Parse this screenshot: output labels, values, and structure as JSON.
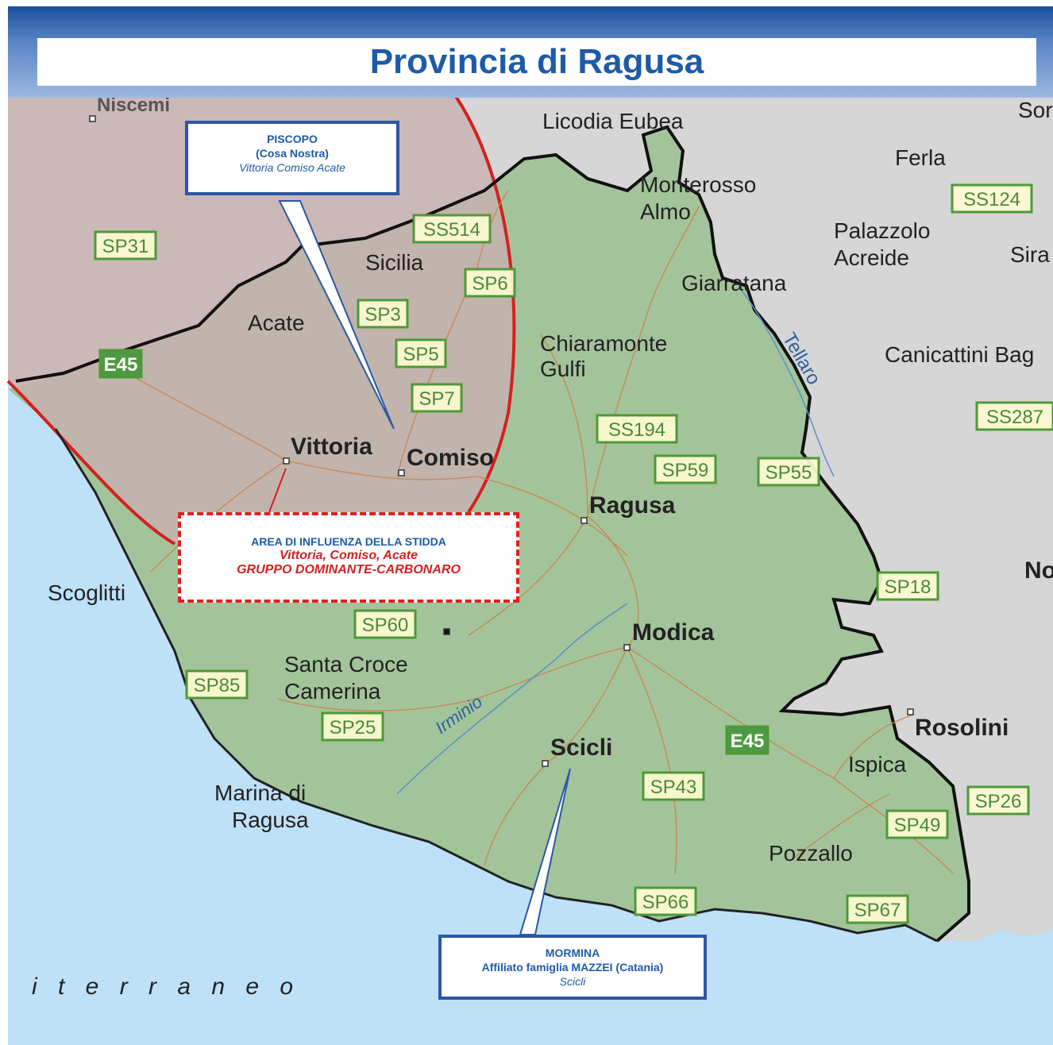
{
  "title": "Provincia di Ragusa",
  "colors": {
    "sea": "#bfe1f7",
    "land": "#d6d6d6",
    "province": "#a3c49b",
    "zone": "#c8b0b0",
    "border_red": "#d42020",
    "callout_blue": "#2b57a4",
    "road_badge_border": "#4d9a36",
    "road_badge_fill": "#fefbd2",
    "road_badge_text": "#4a8a38",
    "motorway_badge_fill": "#4e9a42"
  },
  "map": {
    "places": [
      {
        "id": "niscemi",
        "label": "Niscemi",
        "bold": true
      },
      {
        "id": "licodia",
        "label": "Licodia Eubea",
        "bold": false
      },
      {
        "id": "sor",
        "label": "Sor",
        "bold": false
      },
      {
        "id": "ferla",
        "label": "Ferla",
        "bold": false
      },
      {
        "id": "monterosso",
        "label": "Monterosso",
        "bold": false
      },
      {
        "id": "almo",
        "label": "Almo",
        "bold": false
      },
      {
        "id": "palazzolo",
        "label": "Palazzolo",
        "bold": false
      },
      {
        "id": "acreide",
        "label": "Acreide",
        "bold": false
      },
      {
        "id": "sira",
        "label": "Sira",
        "bold": false
      },
      {
        "id": "sicilia",
        "label": "Sicilia",
        "bold": false
      },
      {
        "id": "giarratana",
        "label": "Giarratana",
        "bold": false
      },
      {
        "id": "acate",
        "label": "Acate",
        "bold": false
      },
      {
        "id": "chiaramonte",
        "label": "Chiaramonte",
        "bold": false
      },
      {
        "id": "gulfi",
        "label": "Gulfi",
        "bold": false
      },
      {
        "id": "canicattini",
        "label": "Canicattini Bag",
        "bold": false
      },
      {
        "id": "tellaro",
        "label": "Tellaro",
        "bold": false
      },
      {
        "id": "vittoria",
        "label": "Vittoria",
        "bold": true
      },
      {
        "id": "comiso",
        "label": "Comiso",
        "bold": true
      },
      {
        "id": "ragusa",
        "label": "Ragusa",
        "bold": true
      },
      {
        "id": "scoglitti",
        "label": "Scoglitti",
        "bold": false
      },
      {
        "id": "no",
        "label": "No",
        "bold": true
      },
      {
        "id": "modica",
        "label": "Modica",
        "bold": true
      },
      {
        "id": "santacroce",
        "label": "Santa Croce",
        "bold": false
      },
      {
        "id": "camerina",
        "label": "Camerina",
        "bold": false
      },
      {
        "id": "irminio",
        "label": "Irminio",
        "bold": false
      },
      {
        "id": "rosolini",
        "label": "Rosolini",
        "bold": true
      },
      {
        "id": "scicli",
        "label": "Scicli",
        "bold": true
      },
      {
        "id": "ispica",
        "label": "Ispica",
        "bold": false
      },
      {
        "id": "marina",
        "label": "Marina di",
        "bold": false
      },
      {
        "id": "ragusa2",
        "label": "Ragusa",
        "bold": false
      },
      {
        "id": "pozzallo",
        "label": "Pozzallo",
        "bold": false
      },
      {
        "id": "sea",
        "label": "i t e r r a n e o",
        "bold": false
      }
    ],
    "roads": [
      {
        "id": "ss124",
        "label": "SS124",
        "kind": "road"
      },
      {
        "id": "sp31",
        "label": "SP31",
        "kind": "road"
      },
      {
        "id": "ss514",
        "label": "SS514",
        "kind": "road"
      },
      {
        "id": "sp6",
        "label": "SP6",
        "kind": "road"
      },
      {
        "id": "sp3",
        "label": "SP3",
        "kind": "road"
      },
      {
        "id": "sp5",
        "label": "SP5",
        "kind": "road"
      },
      {
        "id": "e45a",
        "label": "E45",
        "kind": "motorway"
      },
      {
        "id": "sp7",
        "label": "SP7",
        "kind": "road"
      },
      {
        "id": "ss194",
        "label": "SS194",
        "kind": "road"
      },
      {
        "id": "ss287",
        "label": "SS287",
        "kind": "road"
      },
      {
        "id": "sp59",
        "label": "SP59",
        "kind": "road"
      },
      {
        "id": "sp55",
        "label": "SP55",
        "kind": "road"
      },
      {
        "id": "sp18",
        "label": "SP18",
        "kind": "road"
      },
      {
        "id": "sp60",
        "label": "SP60",
        "kind": "road"
      },
      {
        "id": "sp85",
        "label": "SP85",
        "kind": "road"
      },
      {
        "id": "sp25",
        "label": "SP25",
        "kind": "road"
      },
      {
        "id": "e45b",
        "label": "E45",
        "kind": "motorway"
      },
      {
        "id": "sp43",
        "label": "SP43",
        "kind": "road"
      },
      {
        "id": "sp26",
        "label": "SP26",
        "kind": "road"
      },
      {
        "id": "sp49",
        "label": "SP49",
        "kind": "road"
      },
      {
        "id": "sp66",
        "label": "SP66",
        "kind": "road"
      },
      {
        "id": "sp67",
        "label": "SP67",
        "kind": "road"
      }
    ]
  },
  "callouts": {
    "piscopo": {
      "name": "PISCOPO",
      "group": "(Cosa Nostra)",
      "area": "Vittoria Comiso Acate"
    },
    "stidda": {
      "title": "AREA DI INFLUENZA DELLA STIDDA",
      "towns": "Vittoria, Comiso, Acate",
      "group": "GRUPPO DOMINANTE-CARBONARO"
    },
    "mormina": {
      "name": "MORMINA",
      "group": "Affiliato famiglia MAZZEI (Catania)",
      "area": "Scicli"
    }
  }
}
